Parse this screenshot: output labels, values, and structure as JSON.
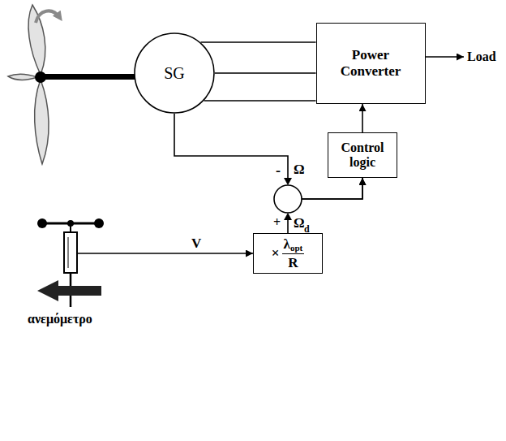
{
  "diagram": {
    "nodes": [
      {
        "text": [
          "SG"
        ]
      },
      {
        "text": [
          "Power Converter"
        ]
      },
      {
        "text": [
          "Control logic"
        ]
      },
      {
        "text": [
          "×",
          "λ",
          "opt",
          "R"
        ]
      }
    ],
    "edges": [
      {
        "from": 0,
        "to": 1,
        "arrow": "none"
      },
      {
        "from": 0,
        "to": 1,
        "arrow": "none"
      },
      {
        "from": 0,
        "to": 1,
        "arrow": "none"
      },
      {
        "from": 2,
        "to": 1,
        "arrow": "to"
      },
      {
        "from": 0,
        "to": 2,
        "arrow": "to"
      },
      {
        "from": 3,
        "to": 2,
        "arrow": "to"
      }
    ],
    "labels": [
      "-",
      "Ω",
      "+",
      "Ω",
      "d",
      "V",
      "Load",
      "ανεμόμετρο"
    ]
  }
}
